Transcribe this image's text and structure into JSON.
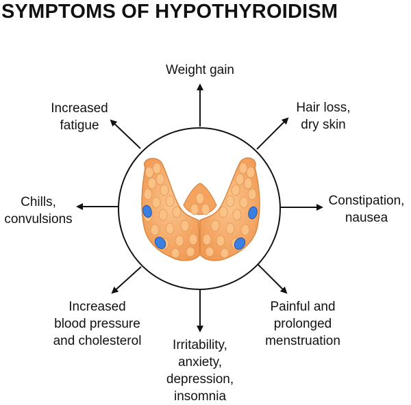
{
  "title": "SYMPTOMS OF HYPOTHYROIDISM",
  "center_image": "thyroid-gland",
  "symptoms": [
    {
      "id": "weight-gain",
      "lines": [
        "Weight gain"
      ]
    },
    {
      "id": "hair-loss",
      "lines": [
        "Hair loss,",
        "dry skin"
      ]
    },
    {
      "id": "constipation",
      "lines": [
        "Constipation,",
        "nausea"
      ]
    },
    {
      "id": "menstruation",
      "lines": [
        "Painful and",
        "prolonged",
        "menstruation"
      ]
    },
    {
      "id": "irritability",
      "lines": [
        "Irritability,",
        "anxiety,",
        "depression,",
        "insomnia"
      ]
    },
    {
      "id": "blood-pressure",
      "lines": [
        "Increased",
        "blood pressure",
        "and cholesterol"
      ]
    },
    {
      "id": "chills",
      "lines": [
        "Chills,",
        "convulsions"
      ]
    },
    {
      "id": "fatigue",
      "lines": [
        "Increased",
        "fatigue"
      ]
    }
  ],
  "colors": {
    "thyroid_fill": "#f7a865",
    "thyroid_cell": "#fbc489",
    "thyroid_outline": "#d98640",
    "parathyroid": "#3b7fe0",
    "stroke": "#111111"
  }
}
